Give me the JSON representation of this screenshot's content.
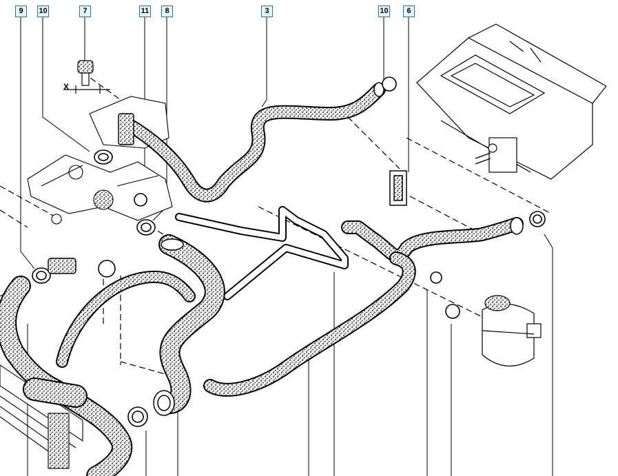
{
  "callouts": [
    "9",
    "10",
    "7",
    "11",
    "8",
    "3",
    "10",
    "6"
  ],
  "dimension_label": "X",
  "colors": {
    "line": "#000000",
    "callout_border": "#1a7a9a",
    "callout_fill": "#e8f6fa",
    "hose_fill": "#e4e4e4"
  }
}
